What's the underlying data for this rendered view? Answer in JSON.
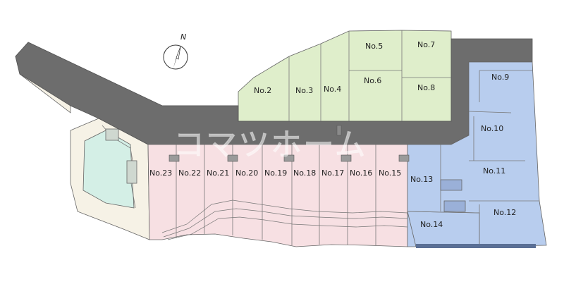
{
  "watermark": "コマツホーム",
  "compass": {
    "label": "N"
  },
  "colors": {
    "road": "#6d6d6d",
    "greenLots": "#dfeecb",
    "pinkLots": "#f7e0e3",
    "blueLots": "#b8cdee",
    "park": "#d4efe6",
    "sidewalk": "#f6f2e6"
  },
  "lots": [
    {
      "id": "lot-2",
      "label": "No.2",
      "group": "green"
    },
    {
      "id": "lot-3",
      "label": "No.3",
      "group": "green"
    },
    {
      "id": "lot-4",
      "label": "No.4",
      "group": "green"
    },
    {
      "id": "lot-5",
      "label": "No.5",
      "group": "green"
    },
    {
      "id": "lot-6",
      "label": "No.6",
      "group": "green"
    },
    {
      "id": "lot-7",
      "label": "No.7",
      "group": "green"
    },
    {
      "id": "lot-8",
      "label": "No.8",
      "group": "green"
    },
    {
      "id": "lot-9",
      "label": "No.9",
      "group": "blue"
    },
    {
      "id": "lot-10",
      "label": "No.10",
      "group": "blue"
    },
    {
      "id": "lot-11",
      "label": "No.11",
      "group": "blue"
    },
    {
      "id": "lot-12",
      "label": "No.12",
      "group": "blue"
    },
    {
      "id": "lot-13",
      "label": "No.13",
      "group": "blue"
    },
    {
      "id": "lot-14",
      "label": "No.14",
      "group": "blue"
    },
    {
      "id": "lot-15",
      "label": "No.15",
      "group": "pink"
    },
    {
      "id": "lot-16",
      "label": "No.16",
      "group": "pink"
    },
    {
      "id": "lot-17",
      "label": "No.17",
      "group": "pink"
    },
    {
      "id": "lot-18",
      "label": "No.18",
      "group": "pink"
    },
    {
      "id": "lot-19",
      "label": "No.19",
      "group": "pink"
    },
    {
      "id": "lot-20",
      "label": "No.20",
      "group": "pink"
    },
    {
      "id": "lot-21",
      "label": "No.21",
      "group": "pink"
    },
    {
      "id": "lot-22",
      "label": "No.22",
      "group": "pink"
    },
    {
      "id": "lot-23",
      "label": "No.23",
      "group": "pink"
    }
  ]
}
